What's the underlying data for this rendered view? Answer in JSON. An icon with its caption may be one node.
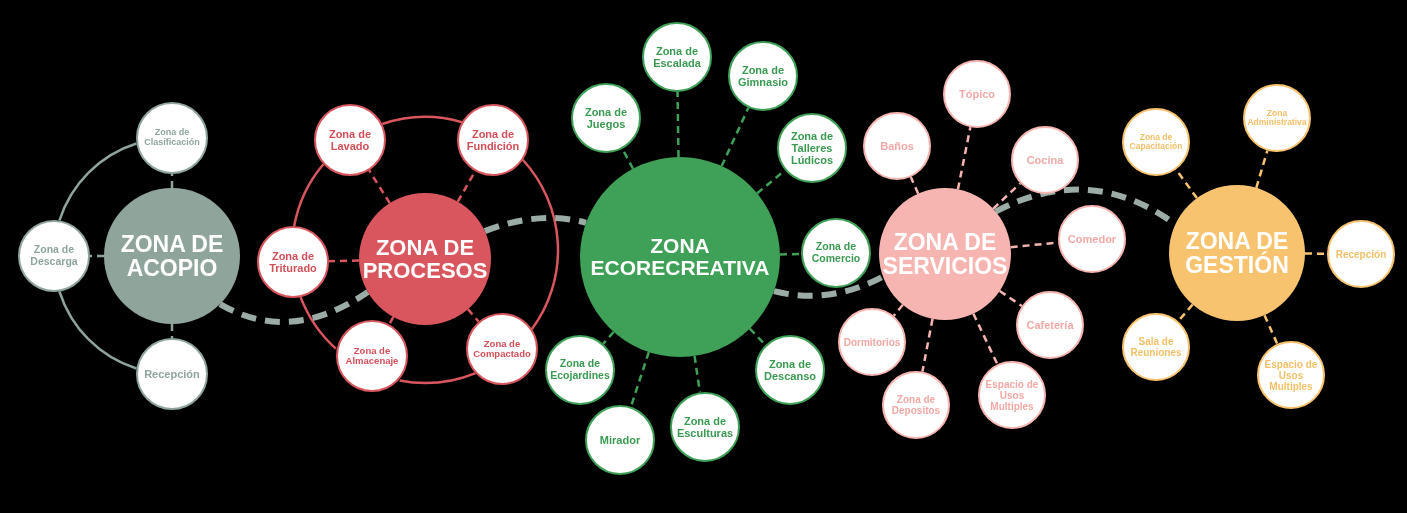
{
  "diagram": {
    "nodes": [
      {
        "text": [
          "ZONA DE ACOPIO"
        ]
      },
      {
        "text": [
          "Zona de Clasificación"
        ]
      },
      {
        "text": [
          "Zona de Descarga"
        ]
      },
      {
        "text": [
          "Recepción"
        ]
      },
      {
        "text": [
          "ZONA DE PROCESOS"
        ]
      },
      {
        "text": [
          "Zona de Lavado"
        ]
      },
      {
        "text": [
          "Zona de Fundición"
        ]
      },
      {
        "text": [
          "Zona de Triturado"
        ]
      },
      {
        "text": [
          "Zona de Almacenaje"
        ]
      },
      {
        "text": [
          "Zona de Compactado"
        ]
      },
      {
        "text": [
          "ZONA ECORECREATIVA"
        ]
      },
      {
        "text": [
          "Zona de Escalada"
        ]
      },
      {
        "text": [
          "Zona de Gimnasio"
        ]
      },
      {
        "text": [
          "Zona de Juegos"
        ]
      },
      {
        "text": [
          "Zona de Talleres Lúdicos"
        ]
      },
      {
        "text": [
          "Zona de Comercio"
        ]
      },
      {
        "text": [
          "Zona de Ecojardines"
        ]
      },
      {
        "text": [
          "Zona de Descanso"
        ]
      },
      {
        "text": [
          "Mirador"
        ]
      },
      {
        "text": [
          "Zona de Esculturas"
        ]
      },
      {
        "text": [
          "ZONA DE SERVICIOS"
        ]
      },
      {
        "text": [
          "Tópico"
        ]
      },
      {
        "text": [
          "Baños"
        ]
      },
      {
        "text": [
          "Cocina"
        ]
      },
      {
        "text": [
          "Comedor"
        ]
      },
      {
        "text": [
          "Dormitorios"
        ]
      },
      {
        "text": [
          "Cafetería"
        ]
      },
      {
        "text": [
          "Espacio de Usos Multiples"
        ]
      },
      {
        "text": [
          "Zona de Depositos"
        ]
      },
      {
        "text": [
          "ZONA DE GESTIÓN"
        ]
      },
      {
        "text": [
          "Zona Administrativa"
        ]
      },
      {
        "text": [
          "Zona de Capacitación"
        ]
      },
      {
        "text": [
          "Recepción"
        ]
      },
      {
        "text": [
          "Sala de Reuniones"
        ]
      },
      {
        "text": [
          "Espacio de Usos Multiples"
        ]
      }
    ],
    "edges": [
      {
        "from": 0,
        "to": 1,
        "arrow": "none",
        "style": "dashed",
        "color": "#8fa59b"
      },
      {
        "from": 0,
        "to": 2,
        "arrow": "none",
        "style": "dashed",
        "color": "#8fa59b"
      },
      {
        "from": 0,
        "to": 3,
        "arrow": "none",
        "style": "dashed",
        "color": "#8fa59b"
      },
      {
        "from": 1,
        "to": 2,
        "arrow": "none",
        "color": "#8fa59b"
      },
      {
        "from": 2,
        "to": 3,
        "arrow": "none",
        "color": "#8fa59b"
      },
      {
        "from": 4,
        "to": 5,
        "arrow": "none",
        "style": "dashed",
        "color": "#d9565e"
      },
      {
        "from": 4,
        "to": 6,
        "arrow": "none",
        "style": "dashed",
        "color": "#d9565e"
      },
      {
        "from": 4,
        "to": 7,
        "arrow": "none",
        "style": "dashed",
        "color": "#d9565e"
      },
      {
        "from": 4,
        "to": 8,
        "arrow": "none",
        "style": "dashed",
        "color": "#d9565e"
      },
      {
        "from": 4,
        "to": 9,
        "arrow": "none",
        "style": "dashed",
        "color": "#d9565e"
      },
      {
        "from": 5,
        "to": 6,
        "arrow": "none",
        "color": "#d9565e"
      },
      {
        "from": 6,
        "to": 9,
        "arrow": "none",
        "color": "#d9565e"
      },
      {
        "from": 9,
        "to": 8,
        "arrow": "none",
        "color": "#d9565e"
      },
      {
        "from": 8,
        "to": 7,
        "arrow": "none",
        "color": "#d9565e"
      },
      {
        "from": 7,
        "to": 5,
        "arrow": "none",
        "color": "#d9565e"
      },
      {
        "from": 10,
        "to": 11,
        "arrow": "none",
        "style": "dashed",
        "color": "#3fa157"
      },
      {
        "from": 10,
        "to": 12,
        "arrow": "none",
        "style": "dashed",
        "color": "#3fa157"
      },
      {
        "from": 10,
        "to": 13,
        "arrow": "none",
        "style": "dashed",
        "color": "#3fa157"
      },
      {
        "from": 10,
        "to": 14,
        "arrow": "none",
        "style": "dashed",
        "color": "#3fa157"
      },
      {
        "from": 10,
        "to": 15,
        "arrow": "none",
        "style": "dashed",
        "color": "#3fa157"
      },
      {
        "from": 10,
        "to": 16,
        "arrow": "none",
        "style": "dashed",
        "color": "#3fa157"
      },
      {
        "from": 10,
        "to": 17,
        "arrow": "none",
        "style": "dashed",
        "color": "#3fa157"
      },
      {
        "from": 10,
        "to": 18,
        "arrow": "none",
        "style": "dashed",
        "color": "#3fa157"
      },
      {
        "from": 10,
        "to": 19,
        "arrow": "none",
        "style": "dashed",
        "color": "#3fa157"
      },
      {
        "from": 20,
        "to": 21,
        "arrow": "none",
        "style": "dashed",
        "color": "#f6b5b1"
      },
      {
        "from": 20,
        "to": 22,
        "arrow": "none",
        "style": "dashed",
        "color": "#f6b5b1"
      },
      {
        "from": 20,
        "to": 23,
        "arrow": "none",
        "style": "dashed",
        "color": "#f6b5b1"
      },
      {
        "from": 20,
        "to": 24,
        "arrow": "none",
        "style": "dashed",
        "color": "#f6b5b1"
      },
      {
        "from": 20,
        "to": 25,
        "arrow": "none",
        "style": "dashed",
        "color": "#f6b5b1"
      },
      {
        "from": 20,
        "to": 26,
        "arrow": "none",
        "style": "dashed",
        "color": "#f6b5b1"
      },
      {
        "from": 20,
        "to": 27,
        "arrow": "none",
        "style": "dashed",
        "color": "#f6b5b1"
      },
      {
        "from": 20,
        "to": 28,
        "arrow": "none",
        "style": "dashed",
        "color": "#f6b5b1"
      },
      {
        "from": 29,
        "to": 30,
        "arrow": "none",
        "style": "dashed",
        "color": "#f7c36f"
      },
      {
        "from": 29,
        "to": 31,
        "arrow": "none",
        "style": "dashed",
        "color": "#f7c36f"
      },
      {
        "from": 29,
        "to": 32,
        "arrow": "none",
        "style": "dashed",
        "color": "#f7c36f"
      },
      {
        "from": 29,
        "to": 33,
        "arrow": "none",
        "style": "dashed",
        "color": "#f7c36f"
      },
      {
        "from": 29,
        "to": 34,
        "arrow": "none",
        "style": "dashed",
        "color": "#f7c36f"
      },
      {
        "from": 0,
        "to": 4,
        "arrow": "none",
        "style": "dashed",
        "color": "#9aaca5"
      },
      {
        "from": 4,
        "to": 10,
        "arrow": "none",
        "style": "dashed",
        "color": "#9aaca5"
      },
      {
        "from": 10,
        "to": 20,
        "arrow": "none",
        "style": "dashed",
        "color": "#9aaca5"
      },
      {
        "from": 20,
        "to": 29,
        "arrow": "none",
        "style": "dashed",
        "color": "#9aaca5"
      }
    ]
  }
}
